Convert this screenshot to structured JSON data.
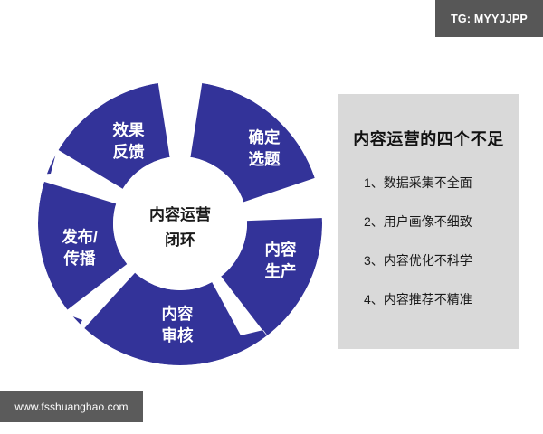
{
  "watermarks": {
    "top_right": "TG: MYYJJPP",
    "bottom_left": "www.fsshuanghao.com"
  },
  "cycle": {
    "center_line1": "内容运营",
    "center_line2": "闭环",
    "segments": [
      {
        "id": "confirm-topic",
        "line1": "确定",
        "line2": "选题"
      },
      {
        "id": "content-produce",
        "line1": "内容",
        "line2": "生产"
      },
      {
        "id": "content-review",
        "line1": "内容",
        "line2": "审核"
      },
      {
        "id": "publish-spread",
        "line1": "发布/",
        "line2": "传播"
      },
      {
        "id": "effect-feedback",
        "line1": "效果",
        "line2": "反馈"
      }
    ],
    "colors": {
      "segment": "#333399",
      "gap": "#ffffff",
      "hub": "#ffffff"
    }
  },
  "panel": {
    "title": "内容运营的四个不足",
    "items": [
      {
        "num": "1、",
        "text": "数据采集不全面"
      },
      {
        "num": "2、",
        "text": "用户画像不细致"
      },
      {
        "num": "3、",
        "text": "内容优化不科学"
      },
      {
        "num": "4、",
        "text": "内容推荐不精准"
      }
    ],
    "background": "#d9d9d9"
  }
}
